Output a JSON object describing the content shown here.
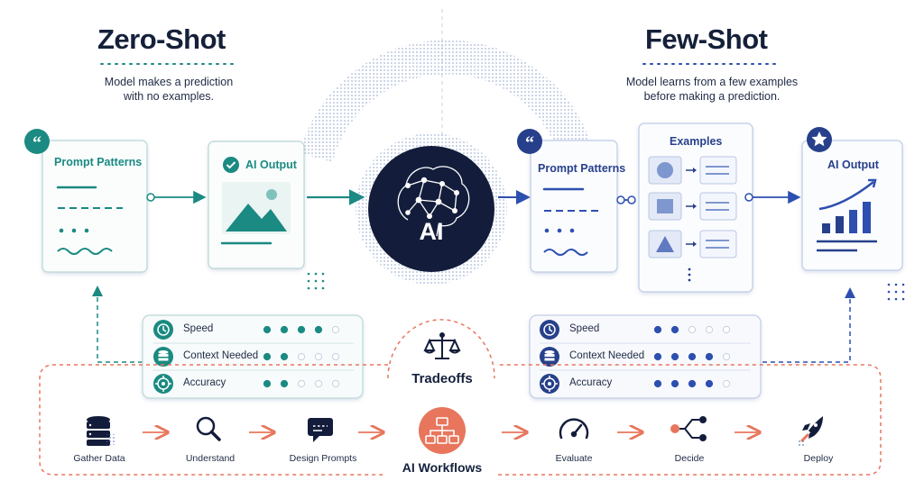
{
  "zero_shot": {
    "title": "Zero-Shot",
    "subtitle": "Model makes a prediction with no examples.",
    "prompt_card": "Prompt Patterns",
    "output_card": "AI Output",
    "metrics": [
      {
        "label": "Speed",
        "filled": 4,
        "total": 5,
        "icon": "clock-icon"
      },
      {
        "label": "Context Needed",
        "filled": 2,
        "total": 5,
        "icon": "database-icon"
      },
      {
        "label": "Accuracy",
        "filled": 2,
        "total": 5,
        "icon": "target-icon"
      }
    ]
  },
  "few_shot": {
    "title": "Few-Shot",
    "subtitle": "Model learns from a few examples before making a prediction.",
    "prompt_card": "Prompt Patterns",
    "examples_card": "Examples",
    "output_card": "AI Output",
    "metrics": [
      {
        "label": "Speed",
        "filled": 2,
        "total": 5,
        "icon": "clock-icon"
      },
      {
        "label": "Context Needed",
        "filled": 4,
        "total": 5,
        "icon": "database-icon"
      },
      {
        "label": "Accuracy",
        "filled": 4,
        "total": 5,
        "icon": "target-icon"
      }
    ]
  },
  "center": {
    "ai_label": "AI",
    "tradeoffs_label": "Tradeoffs",
    "workflows_label": "AI Workflows"
  },
  "workflow_steps": [
    {
      "label": "Gather Data",
      "icon": "database-icon"
    },
    {
      "label": "Understand",
      "icon": "magnifier-icon"
    },
    {
      "label": "Design Prompts",
      "icon": "chat-icon"
    },
    {
      "label": "Evaluate",
      "icon": "gauge-icon"
    },
    {
      "label": "Decide",
      "icon": "branch-icon"
    },
    {
      "label": "Deploy",
      "icon": "rocket-icon"
    }
  ],
  "colors": {
    "teal": "#1a8a82",
    "navy": "#27408b",
    "blue": "#2d4fb0",
    "dark": "#131d3b",
    "coral": "#e8765d"
  }
}
